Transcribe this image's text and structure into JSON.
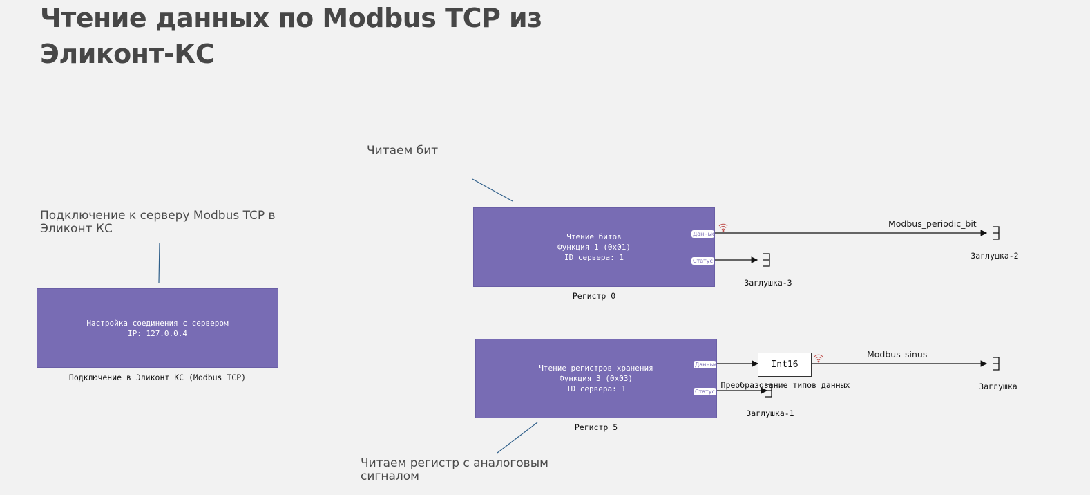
{
  "title": "Чтение данных по Modbus TCP из Эликонт-КС",
  "notes": {
    "read_bit": "Читаем бит",
    "connect": "Подключение к серверу Modbus TCP в Эликонт КС",
    "read_register": "Читаем регистр с аналоговым сигналом"
  },
  "blocks": {
    "connection": {
      "text": "Настройка соединения с сервером\nIP: 127.0.0.4",
      "caption": "Подключение в Эликонт КС (Modbus TCP)"
    },
    "read_bits": {
      "text": "Чтение битов\nФункция 1 (0x01)\nID сервера: 1",
      "caption": "Регистр 0",
      "port_data": "Данные",
      "port_status": "Статус"
    },
    "read_registers": {
      "text": "Чтение регистров хранения\nФункция 3 (0x03)\nID сервера: 1",
      "caption": "Регистр 5",
      "port_data": "Данные",
      "port_status": "Статус"
    },
    "convert": {
      "text": "Int16",
      "caption": "Преобразование типов данных"
    }
  },
  "terminators": {
    "t2": "Заглушка-2",
    "t3": "Заглушка-3",
    "t0": "Заглушка",
    "t1": "Заглушка-1"
  },
  "signals": {
    "bit": "Modbus_periodic_bit",
    "sinus": "Modbus_sinus"
  },
  "icons": {
    "signal_icon": "wireless-signal-icon"
  },
  "colors": {
    "block_fill": "#786cb4",
    "background": "#f2f2f2",
    "note_line": "#2f5f8a",
    "signal_icon": "#c0504d"
  }
}
